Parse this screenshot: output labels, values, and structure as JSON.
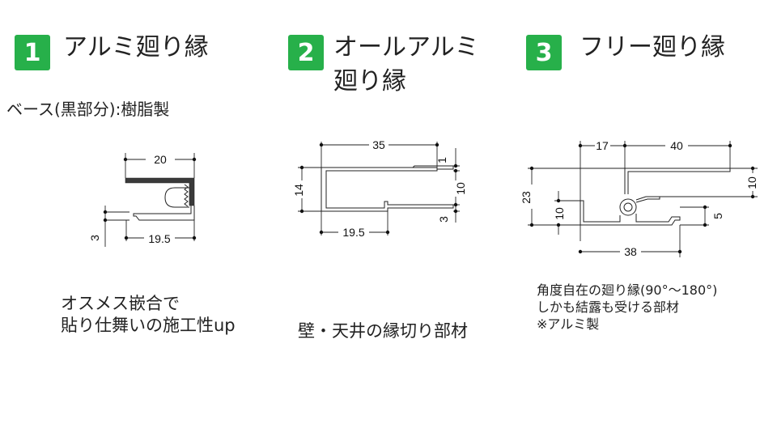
{
  "products": [
    {
      "number": "1",
      "title_lines": [
        "アルミ廻り縁"
      ],
      "subtitle": "ベース(黒部分):樹脂製",
      "dimensions": {
        "width_top": "20",
        "height_side": "3",
        "width_bottom": "19.5"
      },
      "notes": [
        "オスメス嵌合で",
        "貼り仕舞いの施工性up"
      ]
    },
    {
      "number": "2",
      "title_lines": [
        "オールアルミ",
        "廻り縁"
      ],
      "dimensions": {
        "width_top": "35",
        "height_left": "14",
        "height_top_right": "1",
        "height_right": "10",
        "height_bottom_right": "3",
        "width_bottom": "19.5"
      },
      "notes": [
        "壁・天井の縁切り部材"
      ]
    },
    {
      "number": "3",
      "title_lines": [
        "フリー廻り縁"
      ],
      "dimensions": {
        "width_left": "17",
        "width_right": "40",
        "height_left": "23",
        "height_right": "10",
        "height_inner_left": "10",
        "height_inner_right": "5",
        "width_bottom": "38"
      },
      "notes": [
        "角度自在の廻り縁(90°〜180°)",
        "しかも結露も受ける部材",
        "※アルミ製"
      ]
    }
  ],
  "colors": {
    "badge": "#27b04a",
    "resin_base": "#3a3a3a"
  }
}
